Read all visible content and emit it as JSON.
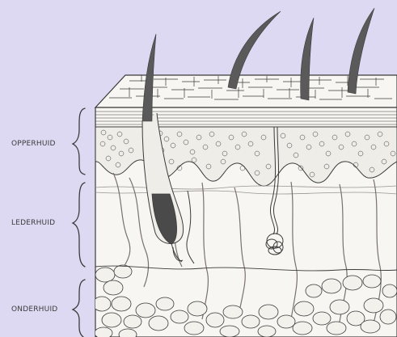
{
  "labels": {
    "epidermis": "OPPERHUID",
    "dermis": "LEDERHUID",
    "hypodermis": "ONDERHUID"
  },
  "colors": {
    "background": "#DDD9F3",
    "ink": "#3b3b3b",
    "skin": "#F7F6F2",
    "hair": "#5A5A5A",
    "vessel": "#7a7070"
  }
}
